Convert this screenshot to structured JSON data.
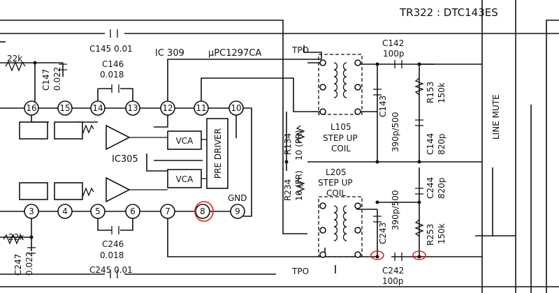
{
  "header": {
    "transistor_note": "TR322 : DTC143ES"
  },
  "ic": {
    "ref": "IC 309",
    "part": "μPC1297CA",
    "gnd": "GND",
    "ic305": "IC305"
  },
  "pins_top": [
    "16",
    "15",
    "14",
    "13",
    "12",
    "11",
    "10"
  ],
  "pins_bottom": [
    "3",
    "4",
    "5",
    "6",
    "7",
    "8",
    "9"
  ],
  "blocks": {
    "vca_top": "VCA",
    "vca_bottom": "VCA",
    "pre_driver": "PRE DRIVER"
  },
  "components": {
    "c145": "C145  0.01",
    "c147_ref": "C147",
    "c147_val": "0.022",
    "c146_ref": "C146",
    "c146_val": "0.018",
    "c246_ref": "C246",
    "c246_val": "0.018",
    "c247_ref": "C247",
    "c247_val": "0.022",
    "c245": "C245  0.01",
    "r_top_22k": "22k",
    "r_bot_22k": "22k",
    "r134_ref": "R134",
    "r134_val": "10 (FR)",
    "r234_ref": "R234",
    "r234_val": "10 (FR)",
    "l105_ref": "L105",
    "l105_l1": "STEP UP",
    "l105_l2": "COIL",
    "l205_ref": "L205",
    "l205_l1": "STEP UP",
    "l205_l2": "COIL",
    "tpo_top": "TPO",
    "tpo_bot": "TPO",
    "c142_ref": "C142",
    "c142_val": "100p",
    "c143_ref": "C143",
    "c143_val": "390p/500",
    "r153_ref": "R153",
    "r153_val": "150k",
    "c144_ref": "C144",
    "c144_val": "820p",
    "c244_ref": "C244",
    "c244_val": "820p",
    "c243_ref": "C243",
    "c243_val": "390p/500",
    "r253_ref": "R253",
    "r253_val": "150k",
    "c242_ref": "C242",
    "c242_val": "100p",
    "line_mute": "LINE MUTE"
  },
  "annotations": {
    "highlight_color": "#e0201c",
    "highlighted": [
      "pin 8",
      "C243 junction",
      "R253 junction"
    ]
  }
}
